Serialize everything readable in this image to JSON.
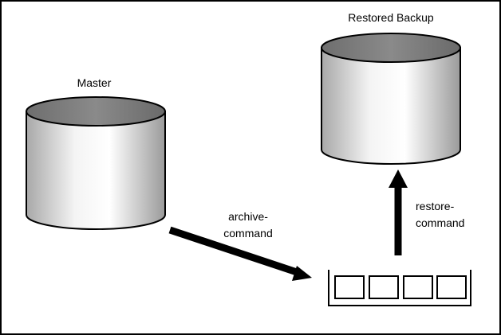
{
  "nodes": {
    "master": {
      "label": "Master"
    },
    "restored_backup": {
      "label": "Restored Backup"
    },
    "archive_queue": {
      "slots": 4
    }
  },
  "edges": {
    "archive": {
      "label_line1": "archive-",
      "label_line2": "command"
    },
    "restore": {
      "label_line1": "restore-",
      "label_line2": "command"
    }
  },
  "colors": {
    "cylinder_top": "#7a7a7a",
    "cylinder_body_light": "#ffffff",
    "cylinder_body_dark": "#9a9a9a",
    "stroke": "#000000"
  }
}
